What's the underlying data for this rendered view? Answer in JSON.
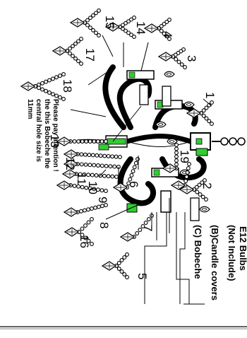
{
  "diagram": {
    "part_numbers": [
      "1",
      "2",
      "3",
      "4",
      "5",
      "6",
      "7",
      "8",
      "9",
      "10",
      "11",
      "12",
      "13",
      "14",
      "15",
      "16",
      "17",
      "18",
      "19"
    ],
    "labels": {
      "bulbs_line1": "E12 Bulbs",
      "bulbs_line2": "(Not Include)",
      "candle_covers": "(B)Candle covers",
      "bobeche": "(C) Bobeche"
    },
    "note_lines": [
      "Please pay attention !",
      "the this Bobeche the",
      "central hole size is",
      "11mm"
    ],
    "colors": {
      "ink": "#000000",
      "accent": "#33cc33",
      "paper": "#ffffff"
    }
  }
}
